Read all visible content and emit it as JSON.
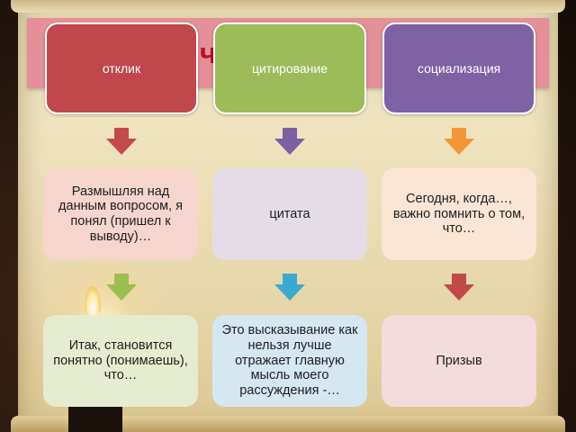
{
  "banner": {
    "title_left": "ч",
    "title_right": "ш"
  },
  "columns": [
    {
      "header": "отклик",
      "header_color": "#c0474b",
      "middle": "Размышляя над данным вопросом, я понял (пришел к выводу)…",
      "middle_color": "#f6d5cc",
      "bottom": "Итак, становится понятно (понимаешь), что…",
      "bottom_color": "#e6ecd0",
      "arrow1_color": "#c44a4a",
      "arrow2_color": "#9bc050"
    },
    {
      "header": "цитирование",
      "header_color": "#9cbb59",
      "middle": "цитата",
      "middle_color": "#e4dde8",
      "bottom": "Это высказывание как нельзя лучше отражает главную мысль моего рассуждения -…",
      "bottom_color": "#d5e7f1",
      "arrow1_color": "#7e5fa3",
      "arrow2_color": "#3aaad0"
    },
    {
      "header": "социализация",
      "header_color": "#7e62a5",
      "middle": "Сегодня, когда…, важно помнить о том, что…",
      "middle_color": "#fbe6d5",
      "bottom": "Призыв",
      "bottom_color": "#f4dcdc",
      "arrow1_color": "#f4973a",
      "arrow2_color": "#c04a4a"
    }
  ]
}
